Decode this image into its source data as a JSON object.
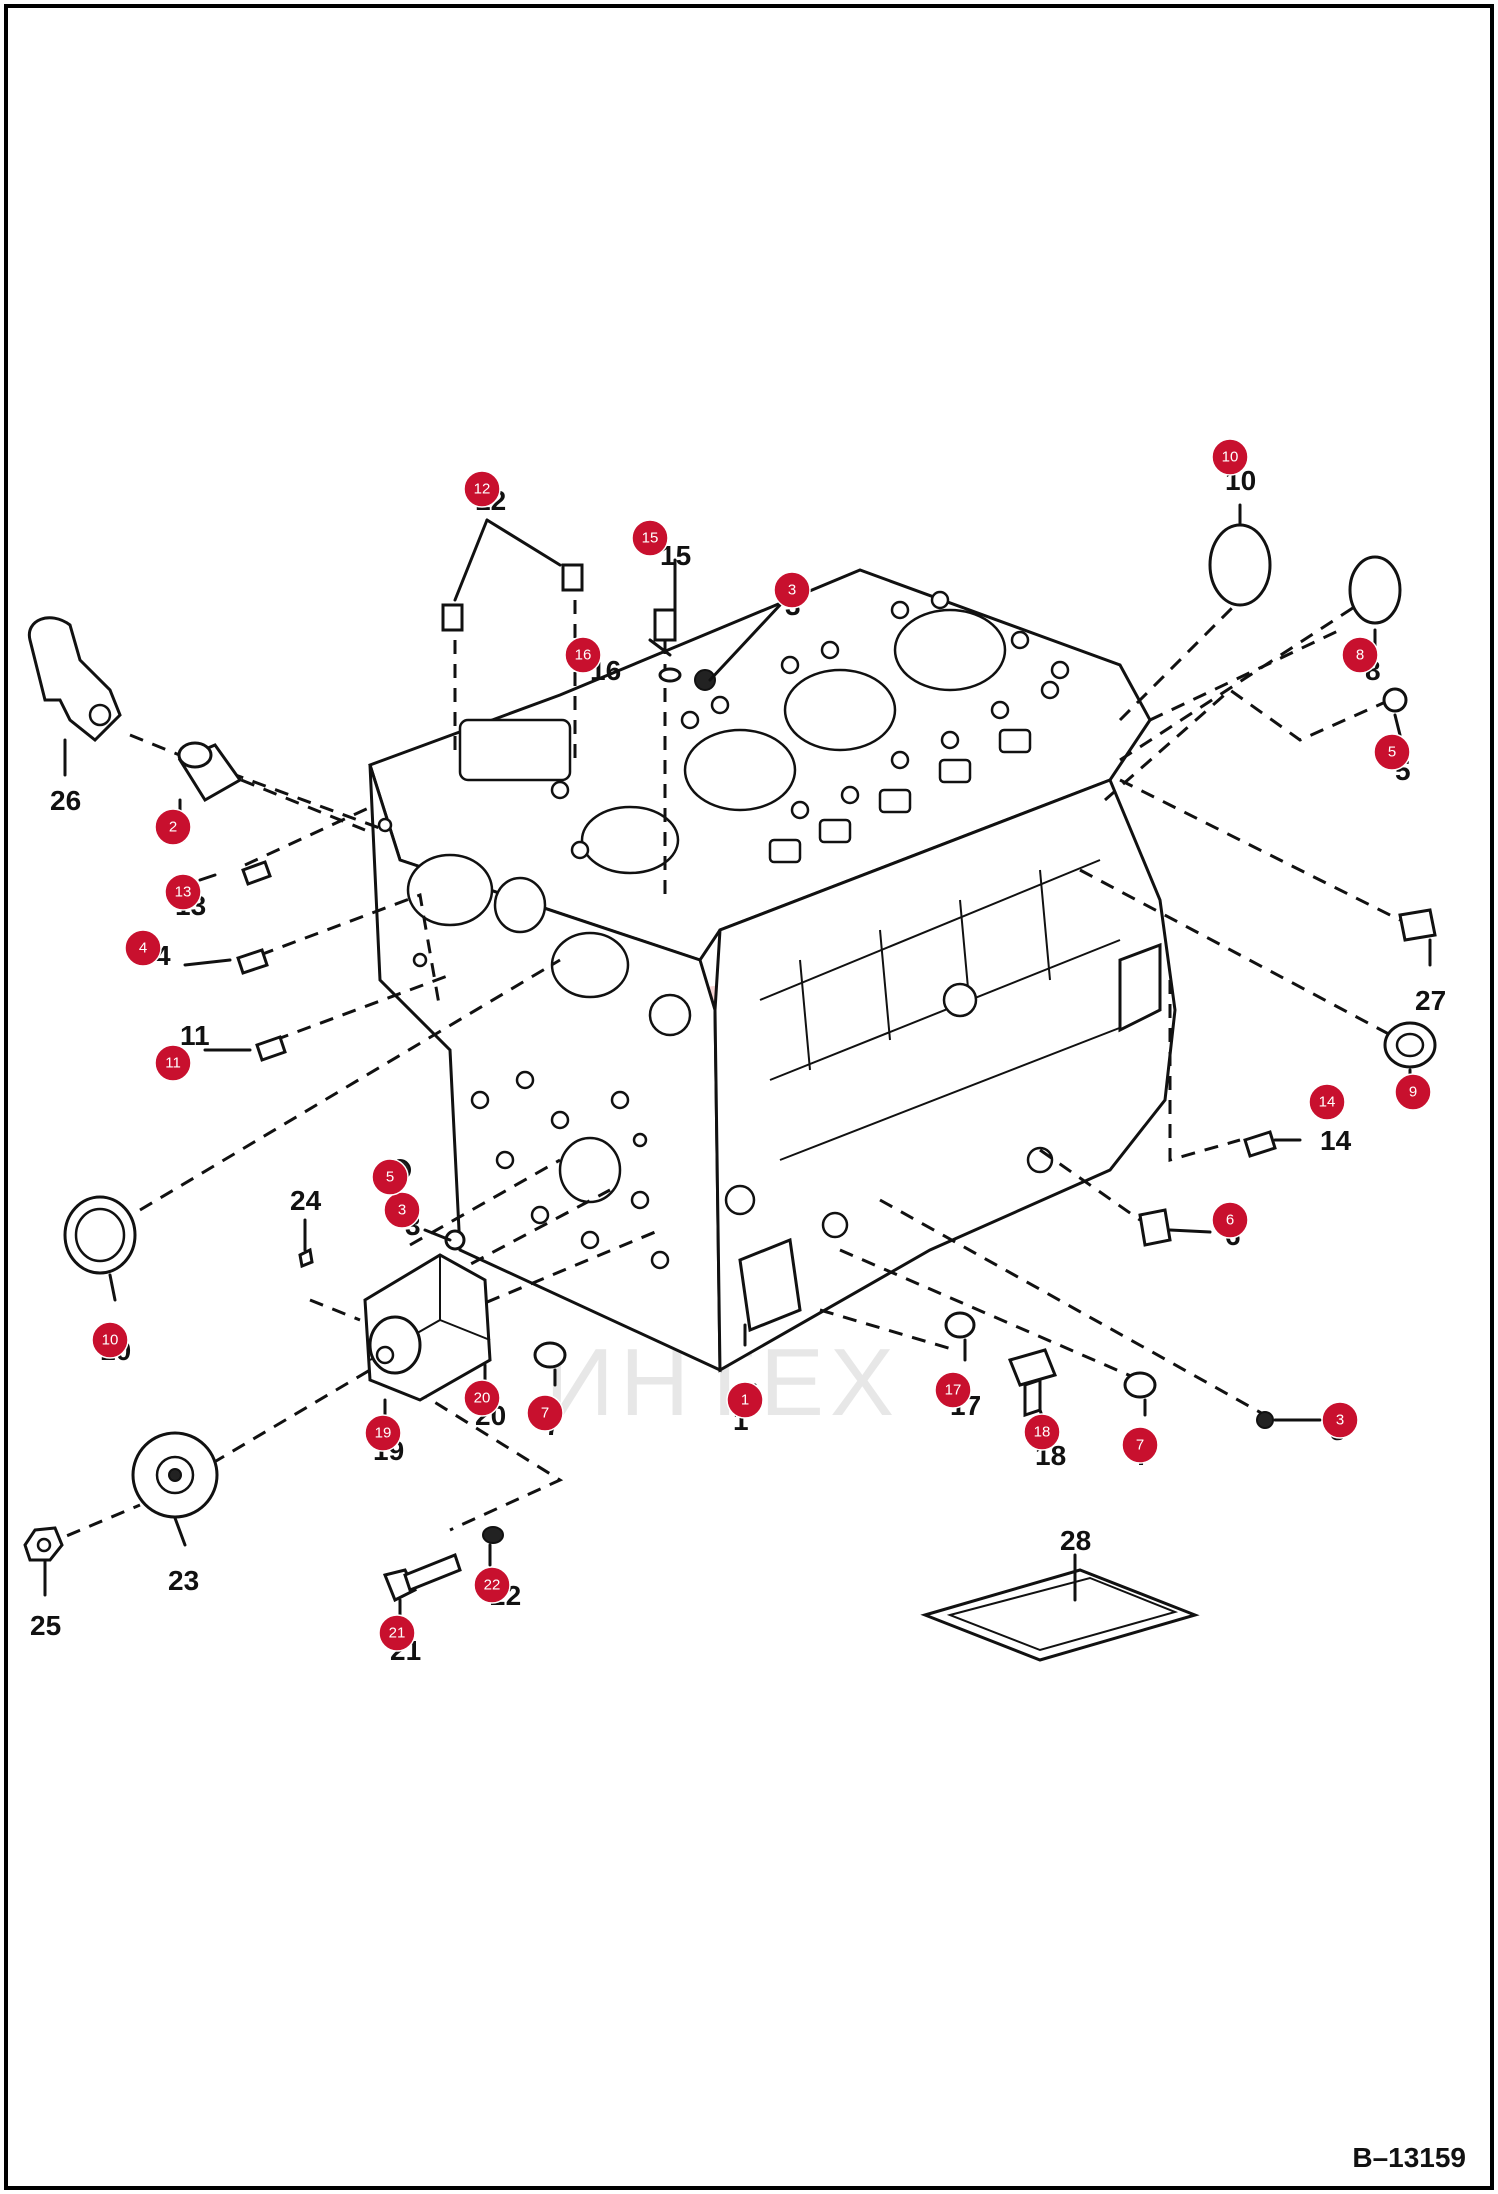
{
  "diagram_id": "B–13159",
  "watermark": "ИНТЕХ",
  "callouts": [
    {
      "number": "1",
      "badge": "1"
    },
    {
      "number": "2",
      "badge": "2"
    },
    {
      "number": "3",
      "badge": "3"
    },
    {
      "number": "4",
      "badge": "4"
    },
    {
      "number": "5",
      "badge": "5"
    },
    {
      "number": "6",
      "badge": "6"
    },
    {
      "number": "7",
      "badge": "7"
    },
    {
      "number": "8",
      "badge": "8"
    },
    {
      "number": "9",
      "badge": "9"
    },
    {
      "number": "10",
      "badge": "10"
    },
    {
      "number": "11",
      "badge": "11"
    },
    {
      "number": "12",
      "badge": "12"
    },
    {
      "number": "13",
      "badge": "13"
    },
    {
      "number": "14",
      "badge": "14"
    },
    {
      "number": "15",
      "badge": "15"
    },
    {
      "number": "16",
      "badge": "16"
    },
    {
      "number": "17",
      "badge": "17"
    },
    {
      "number": "18",
      "badge": "18"
    },
    {
      "number": "19",
      "badge": "19"
    },
    {
      "number": "20",
      "badge": "20"
    },
    {
      "number": "21",
      "badge": "21"
    },
    {
      "number": "22",
      "badge": "22"
    },
    {
      "number": "23",
      "badge": ""
    },
    {
      "number": "24",
      "badge": ""
    },
    {
      "number": "25",
      "badge": ""
    },
    {
      "number": "26",
      "badge": ""
    },
    {
      "number": "27",
      "badge": ""
    },
    {
      "number": "28",
      "badge": ""
    }
  ]
}
